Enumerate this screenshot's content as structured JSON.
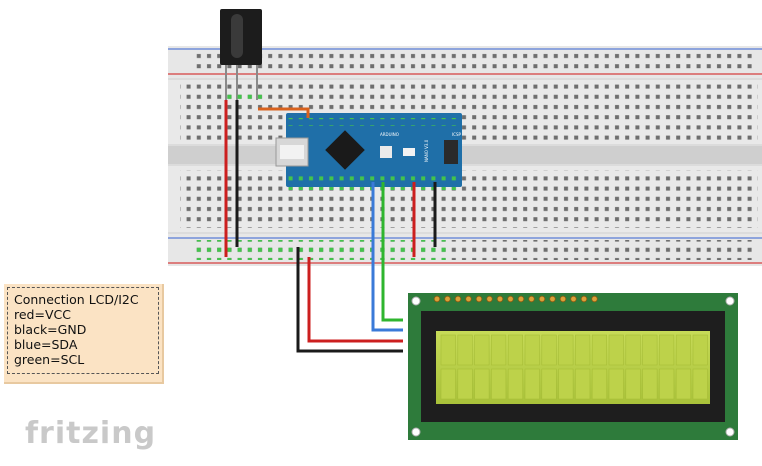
{
  "note": {
    "title": "Connection LCD/I2C",
    "lines": [
      "red=VCC",
      "black=GND",
      "blue=SDA",
      "green=SCL"
    ]
  },
  "brand": "fritzing",
  "board": {
    "labels": {
      "nano": "ARDUINO",
      "icsp": "ICSP",
      "model": "NANO V3.0"
    }
  },
  "colors": {
    "red": "#cc1f1f",
    "black": "#1a1a1a",
    "blue": "#3a7ad8",
    "green": "#2fb52f",
    "orange": "#d9621e",
    "board": "#1f6fa8",
    "lcd_screen": "#b5cc3f",
    "pcb_green": "#2e7b3b"
  }
}
